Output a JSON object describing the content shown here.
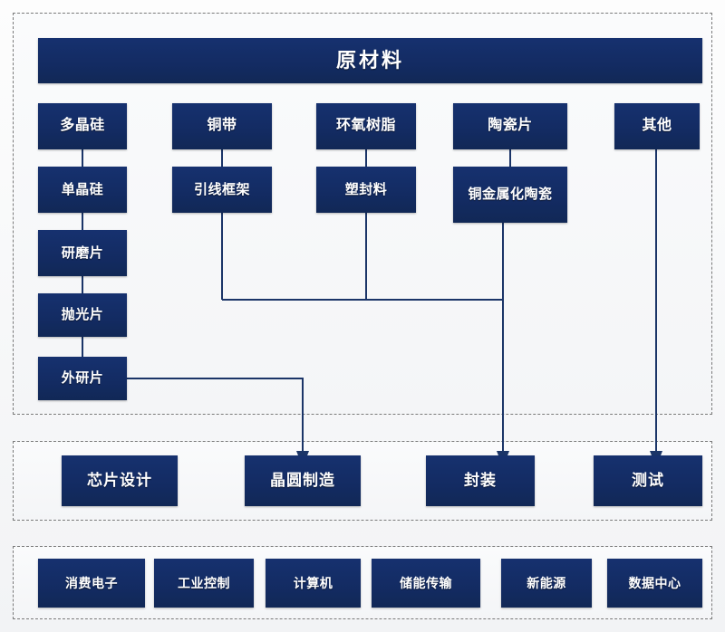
{
  "diagram": {
    "title_bar": {
      "label": "原材料"
    },
    "sections": [
      {
        "name": "raw-materials-section"
      },
      {
        "name": "manufacturing-process-section"
      },
      {
        "name": "applications-section"
      }
    ],
    "raw_material_columns": [
      {
        "name": "polysilicon-chain",
        "nodes": [
          {
            "label": "多晶硅"
          },
          {
            "label": "单晶硅"
          },
          {
            "label": "研磨片"
          },
          {
            "label": "抛光片"
          },
          {
            "label": "外研片"
          }
        ]
      },
      {
        "name": "copper-strip-chain",
        "nodes": [
          {
            "label": "铜带"
          },
          {
            "label": "引线框架"
          }
        ]
      },
      {
        "name": "epoxy-resin-chain",
        "nodes": [
          {
            "label": "环氧树脂"
          },
          {
            "label": "塑封料"
          }
        ]
      },
      {
        "name": "ceramic-chain",
        "nodes": [
          {
            "label": "陶瓷片"
          },
          {
            "label": "铜金属化陶瓷"
          }
        ]
      },
      {
        "name": "other-chain",
        "nodes": [
          {
            "label": "其他"
          }
        ]
      }
    ],
    "process_steps": [
      {
        "label": "芯片设计"
      },
      {
        "label": "晶圆制造"
      },
      {
        "label": "封装"
      },
      {
        "label": "测试"
      }
    ],
    "applications": [
      {
        "label": "消费电子"
      },
      {
        "label": "工业控制"
      },
      {
        "label": "计算机"
      },
      {
        "label": "储能传输"
      },
      {
        "label": "新能源"
      },
      {
        "label": "数据中心"
      }
    ],
    "colors": {
      "box_fill": "#16316f",
      "box_fill_dark": "#112856",
      "connector": "#1b3568",
      "dashed_border": "#7a7a7a",
      "page_background": "#f5f6f8",
      "text": "#ffffff"
    },
    "connections": [
      {
        "from": "多晶硅",
        "to": "单晶硅"
      },
      {
        "from": "单晶硅",
        "to": "研磨片"
      },
      {
        "from": "研磨片",
        "to": "抛光片"
      },
      {
        "from": "抛光片",
        "to": "外研片"
      },
      {
        "from": "外研片",
        "to": "晶圆制造"
      },
      {
        "from": "铜带",
        "to": "引线框架"
      },
      {
        "from": "环氧树脂",
        "to": "塑封料"
      },
      {
        "from": "陶瓷片",
        "to": "铜金属化陶瓷"
      },
      {
        "from": "引线框架",
        "to": "封装"
      },
      {
        "from": "塑封料",
        "to": "封装"
      },
      {
        "from": "铜金属化陶瓷",
        "to": "封装"
      },
      {
        "from": "其他",
        "to": "测试"
      }
    ]
  }
}
